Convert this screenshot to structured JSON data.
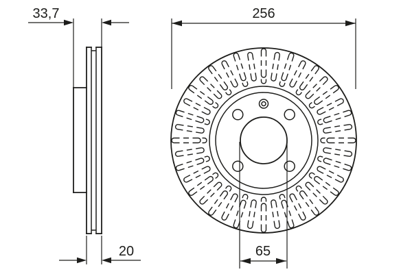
{
  "drawing": {
    "background": "#ffffff",
    "line_color": "#1d1d1b"
  },
  "dimensions": {
    "overall_width_label": "33,7",
    "outer_diameter_label": "256",
    "thickness_label": "20",
    "bore_label": "65"
  },
  "features": {
    "bolt_hole_count": 4,
    "vent_slot_positions": 40,
    "views": [
      "side-cross-section",
      "front-face"
    ]
  }
}
